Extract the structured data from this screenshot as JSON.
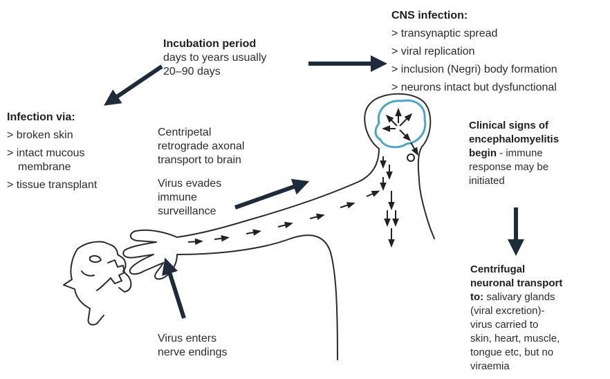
{
  "incubation": {
    "title": "Incubation period",
    "lines": [
      "days to years usually",
      "20–90 days"
    ]
  },
  "cns": {
    "title": "CNS infection:",
    "items": [
      "> transynaptic spread",
      "> viral replication",
      "> inclusion (Negri) body formation",
      "> neurons intact but dysfunctional"
    ]
  },
  "infection": {
    "title": "Infection via:",
    "items": [
      "> broken skin",
      "> intact mucous",
      "membrane",
      "> tissue transplant"
    ]
  },
  "centripetal": {
    "lines": [
      "Centripetal",
      "retrograde axonal",
      "transport to brain"
    ]
  },
  "evades": {
    "lines": [
      "Virus evades",
      "immune",
      "surveillance"
    ]
  },
  "clinical": {
    "lines": [
      "Clinical signs of",
      "encephalomyelitis",
      "begin"
    ],
    "rest": " - immune",
    "lines2": [
      "response may be",
      "initiated"
    ]
  },
  "centrifugal": {
    "bold_lines": [
      "Centrifugal",
      "neuronal transport",
      "to:"
    ],
    "rest": " salivary glands",
    "lines": [
      "(viral excretion)-",
      "virus carried to",
      "skin, heart, muscle,",
      "tongue etc, but no",
      "viraemia"
    ]
  },
  "enters": {
    "lines": [
      "Virus enters",
      "nerve endings"
    ]
  },
  "colors": {
    "arrow": "#1d2b3a",
    "outline": "#2a2a2a",
    "brain": "#4aa3c8"
  }
}
